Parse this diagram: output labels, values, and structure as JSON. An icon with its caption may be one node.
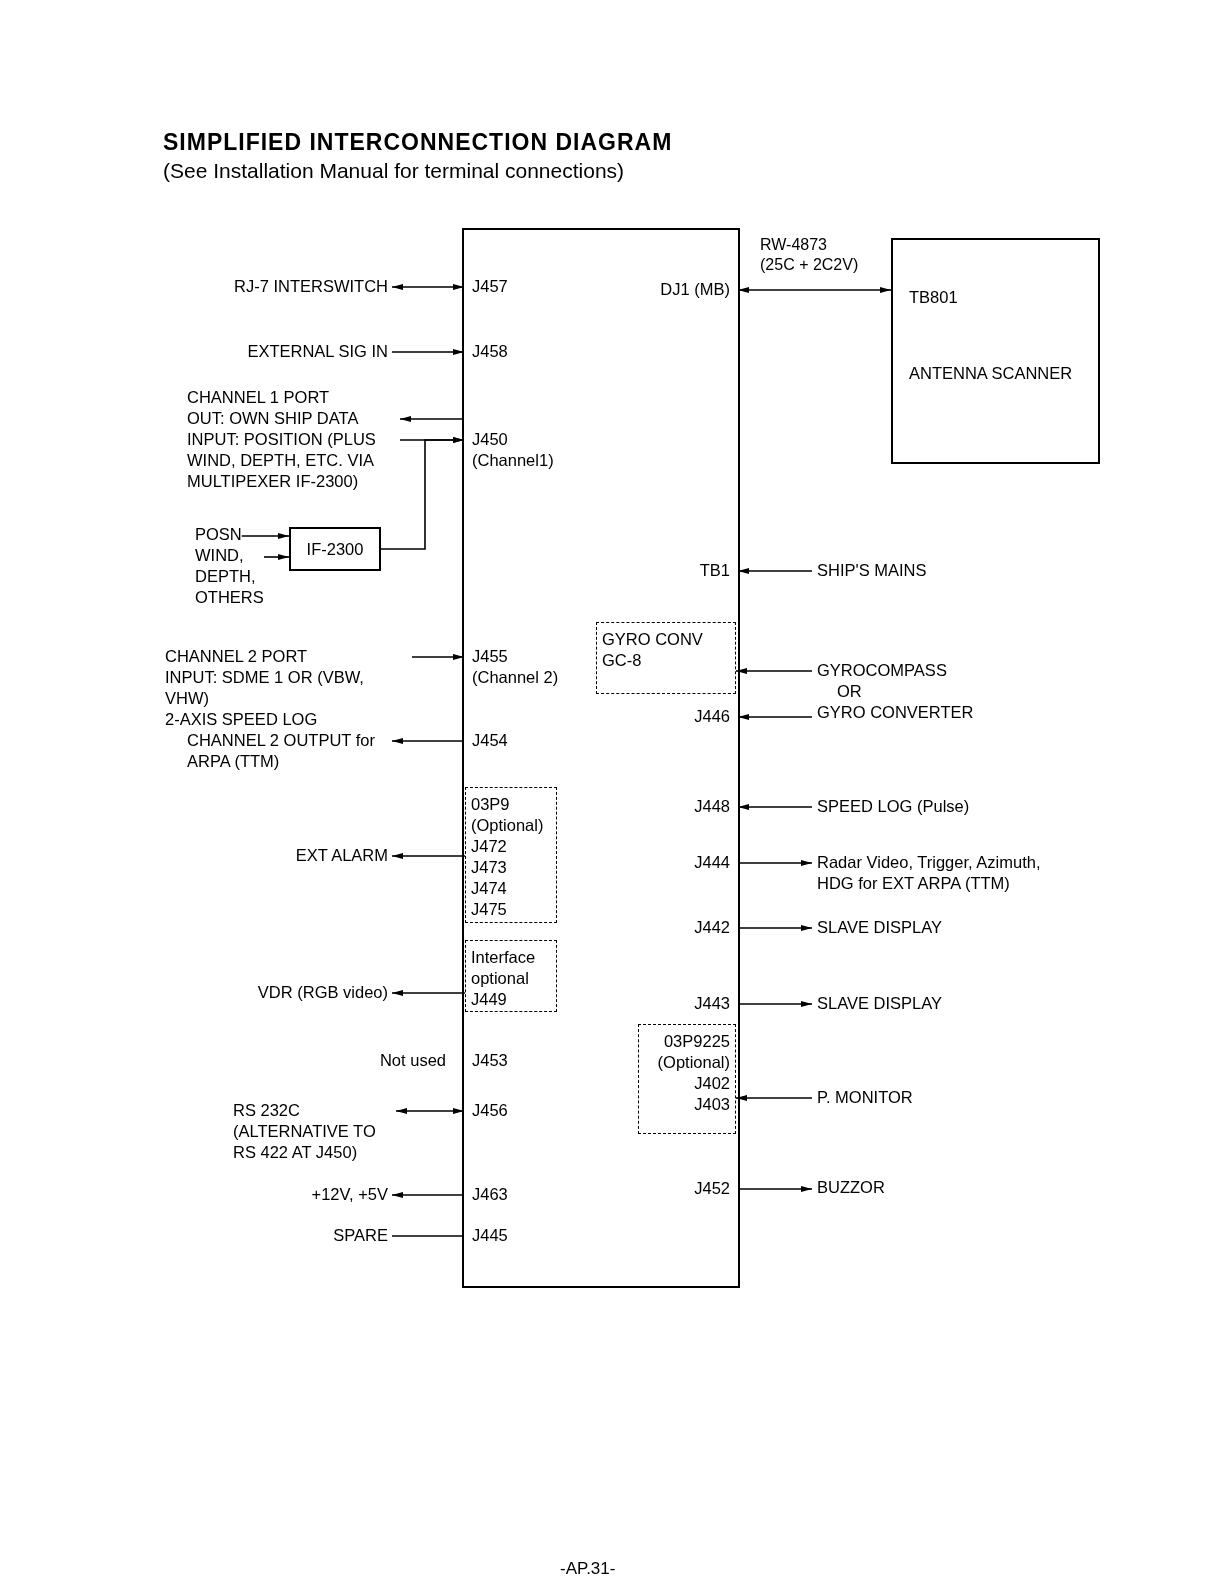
{
  "diagram": {
    "title": "SIMPLIFIED INTERCONNECTION DIAGRAM",
    "nodes": [
      {
        "text": [],
        "shape": "box"
      },
      {
        "text": [
          "J457"
        ],
        "in": 0
      },
      {
        "text": [
          "J458"
        ],
        "in": 0
      },
      {
        "text": [
          "J450",
          "(Channel1)"
        ],
        "in": 0
      },
      {
        "text": [
          "J455",
          "(Channel 2)"
        ],
        "in": 0
      },
      {
        "text": [
          "J454"
        ],
        "in": 0
      },
      {
        "text": [
          "03P9 (Optional)",
          "J472",
          "J473",
          "J474",
          "J475"
        ],
        "in": 0
      },
      {
        "text": [
          "Interface optional",
          "J449"
        ],
        "in": 0
      },
      {
        "text": [
          "J453"
        ],
        "in": 0,
        "beside": [
          "Not used"
        ]
      },
      {
        "text": [
          "J456"
        ],
        "in": 0
      },
      {
        "text": [
          "J463"
        ],
        "in": 0
      },
      {
        "text": [
          "J445"
        ],
        "in": 0
      },
      {
        "text": [
          "DJ1 (MB)"
        ],
        "in": 0
      },
      {
        "text": [
          "TB1"
        ],
        "in": 0
      },
      {
        "text": [
          "GYRO CONV GC-8"
        ],
        "in": 0
      },
      {
        "text": [
          "J446"
        ],
        "in": 0
      },
      {
        "text": [
          "J448"
        ],
        "in": 0
      },
      {
        "text": [
          "J444"
        ],
        "in": 0
      },
      {
        "text": [
          "J442"
        ],
        "in": 0
      },
      {
        "text": [
          "J443"
        ],
        "in": 0
      },
      {
        "text": [
          "03P9225 (Optional)",
          "J402",
          "J403"
        ],
        "in": 0
      },
      {
        "text": [
          "J452"
        ],
        "in": 0
      },
      {
        "text": [
          "RJ-7 INTERSWITCH"
        ]
      },
      {
        "text": [
          "EXTERNAL SIG IN"
        ]
      },
      {
        "text": [
          "CHANNEL 1 PORT",
          "OUT: OWN SHIP DATA",
          "INPUT: POSITION (PLUS WIND, DEPTH, ETC. VIA MULTIPEXER IF-2300)"
        ]
      },
      {
        "text": [
          "IF-2300"
        ]
      },
      {
        "text": [
          "POSN"
        ]
      },
      {
        "text": [
          "WIND, DEPTH, OTHERS"
        ]
      },
      {
        "text": [
          "CHANNEL 2 PORT",
          "INPUT: SDME 1 OR (VBW, VHW)",
          "2-AXIS SPEED LOG"
        ]
      },
      {
        "text": [
          "CHANNEL 2 OUTPUT for ARPA (TTM)"
        ]
      },
      {
        "text": [
          "EXT ALARM"
        ]
      },
      {
        "text": [
          "VDR (RGB video)"
        ]
      },
      {
        "text": [
          "RS 232C",
          "(ALTERNATIVE TO RS 422 AT J450)"
        ]
      },
      {
        "text": [
          "+12V, +5V"
        ]
      },
      {
        "text": [
          "SPARE"
        ]
      },
      {
        "text": [
          "TB801",
          "ANTENNA SCANNER"
        ]
      },
      {
        "text": [
          "SHIP'S MAINS"
        ]
      },
      {
        "text": [
          "GYROCOMPASS",
          "OR",
          "GYRO CONVERTER"
        ]
      },
      {
        "text": [
          "SPEED LOG (Pulse)"
        ]
      },
      {
        "text": [
          "Radar Video, Trigger, Azimuth, HDG for EXT ARPA (TTM)"
        ]
      },
      {
        "text": [
          "SLAVE DISPLAY"
        ]
      },
      {
        "text": [
          "SLAVE DISPLAY"
        ]
      },
      {
        "text": [
          "P. MONITOR"
        ]
      },
      {
        "text": [
          "BUZZOR"
        ]
      }
    ],
    "edges": [
      {
        "from": 22,
        "to": 1,
        "arrow": "both"
      },
      {
        "from": 23,
        "to": 2,
        "arrow": "to"
      },
      {
        "from": 3,
        "to": 24,
        "arrow": "to"
      },
      {
        "from": 24,
        "to": 3,
        "arrow": "to"
      },
      {
        "from": 25,
        "to": 3,
        "arrow": "to"
      },
      {
        "from": 26,
        "to": 25,
        "arrow": "to"
      },
      {
        "from": 27,
        "to": 25,
        "arrow": "to"
      },
      {
        "from": 28,
        "to": 4,
        "arrow": "to"
      },
      {
        "from": 5,
        "to": 29,
        "arrow": "to"
      },
      {
        "from": 6,
        "to": 30,
        "arrow": "to"
      },
      {
        "from": 7,
        "to": 31,
        "arrow": "to"
      },
      {
        "from": 32,
        "to": 9,
        "arrow": "both"
      },
      {
        "from": 10,
        "to": 33,
        "arrow": "to"
      },
      {
        "from": 34,
        "to": 11,
        "arrow": "none"
      },
      {
        "from": 12,
        "to": 35,
        "arrow": "both",
        "label": "RW-4873 (25C + 2C2V)"
      },
      {
        "from": 36,
        "to": 13,
        "arrow": "to"
      },
      {
        "from": 37,
        "to": 14,
        "arrow": "to"
      },
      {
        "from": 37,
        "to": 15,
        "arrow": "to"
      },
      {
        "from": 38,
        "to": 16,
        "arrow": "to"
      },
      {
        "from": 17,
        "to": 39,
        "arrow": "to"
      },
      {
        "from": 18,
        "to": 40,
        "arrow": "to"
      },
      {
        "from": 19,
        "to": 41,
        "arrow": "to"
      },
      {
        "from": 42,
        "to": 20,
        "arrow": "to"
      },
      {
        "from": 21,
        "to": 43,
        "arrow": "to"
      }
    ],
    "labels": [
      "(See Installation Manual for terminal connections)",
      "-AP.31-"
    ]
  }
}
